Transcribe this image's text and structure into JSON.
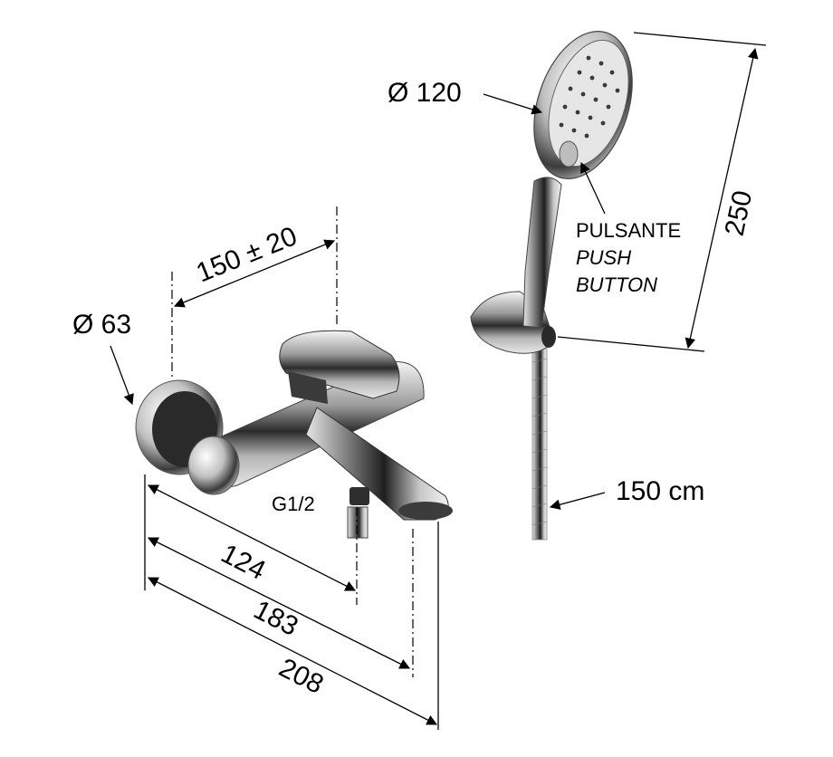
{
  "labels": {
    "wall_flange_diameter": "Ø 63",
    "inlet_spacing": "150 ± 20",
    "connection_thread": "G1/2",
    "depth_124": "124",
    "depth_183": "183",
    "depth_208": "208",
    "head_diameter": "Ø 120",
    "button_it": "PULSANTE",
    "button_en_1": "PUSH",
    "button_en_2": "BUTTON",
    "shower_length": "250",
    "hose_length": "150 cm"
  }
}
